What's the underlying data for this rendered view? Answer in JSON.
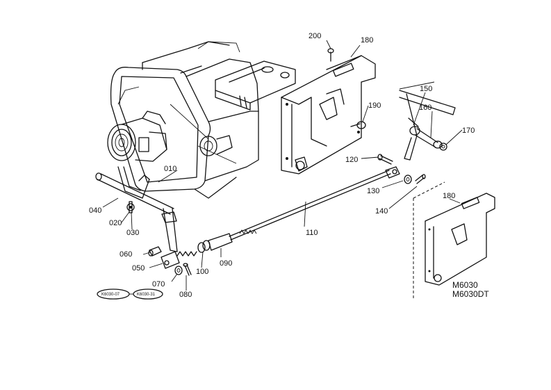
{
  "callouts": {
    "p010": "010",
    "p020": "020",
    "p030": "030",
    "p040": "040",
    "p050": "050",
    "p060": "060",
    "p070": "070",
    "p080": "080",
    "p090": "090",
    "p100": "100",
    "p110": "110",
    "p120": "120",
    "p130": "130",
    "p140": "140",
    "p150": "150",
    "p160": "160",
    "p170": "170",
    "p180": "180",
    "p180b": "180",
    "p190": "190",
    "p200": "200"
  },
  "models": {
    "line1": "M6030",
    "line2": "M6030DT"
  },
  "refs": {
    "ref1": "K6030-07",
    "ref2": "K6030-31"
  }
}
